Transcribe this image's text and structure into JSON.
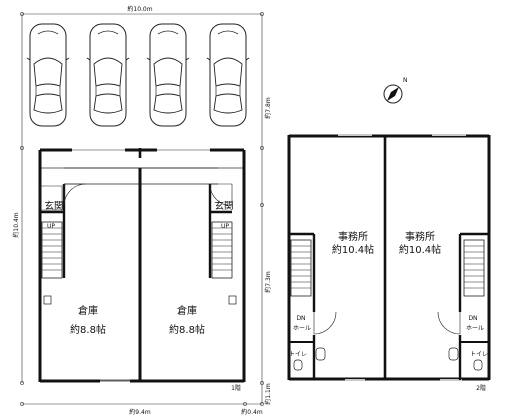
{
  "dimensions": {
    "width_top": "約10.0m",
    "depth_parking": "約7.8m",
    "depth_building": "約10.4m",
    "depth_right": "約7.3m",
    "setback": "約1.1m",
    "width_bottom": "約9.4m",
    "gap_bottom": "約0.4m"
  },
  "floor1": {
    "label": "1階",
    "units": [
      {
        "entrance": "玄関",
        "stair_dir": "UP",
        "room": "倉庫",
        "area": "約8.8帖"
      },
      {
        "entrance": "玄関",
        "stair_dir": "UP",
        "room": "倉庫",
        "area": "約8.8帖"
      }
    ]
  },
  "floor2": {
    "label": "2階",
    "units": [
      {
        "stair_dir": "DN",
        "hall": "ホール",
        "toilet": "トイレ",
        "room": "事務所",
        "area": "約10.4帖"
      },
      {
        "stair_dir": "DN",
        "hall": "ホール",
        "toilet": "トイレ",
        "room": "事務所",
        "area": "約10.4帖"
      }
    ]
  },
  "north_mark": "N",
  "icons": {
    "car": "car-icon",
    "compass": "north-compass-icon"
  },
  "colors": {
    "wall": "#111111",
    "line": "#222222",
    "background": "#ffffff"
  }
}
